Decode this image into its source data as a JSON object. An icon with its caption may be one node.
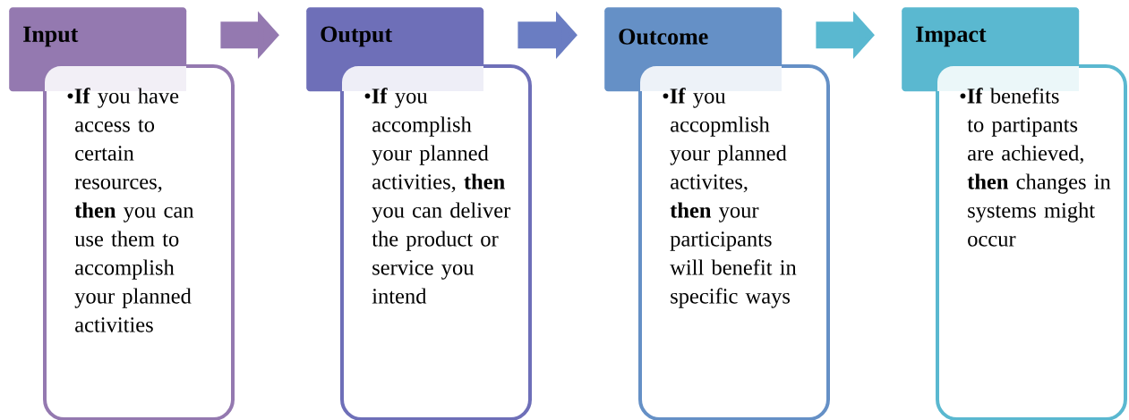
{
  "diagram": {
    "nodes": [
      {
        "text": [
          "Input"
        ]
      },
      {
        "text": [
          "•**If** you have access to certain resources, **then** you can use them to accomplish your planned activities"
        ]
      },
      {
        "text": [
          "Output"
        ]
      },
      {
        "text": [
          "•**If** you accomplish your planned activities, **then** you can deliver the product or service you intend"
        ]
      },
      {
        "text": [
          "Outcome"
        ]
      },
      {
        "text": [
          "•**If** you accopmlish your planned activites, **then** your participants will benefit in specific ways"
        ]
      },
      {
        "text": [
          "Impact"
        ]
      },
      {
        "text": [
          "•**If** benefits to partipants are achieved, **then** changes in systems might occur"
        ]
      }
    ],
    "edges": [
      {
        "from": 0,
        "to": 2,
        "arrow": "to",
        "color": "#9479b0"
      },
      {
        "from": 2,
        "to": 4,
        "arrow": "to",
        "color": "#6a7dc2"
      },
      {
        "from": 4,
        "to": 6,
        "arrow": "to",
        "color": "#5ab8d0"
      }
    ]
  }
}
